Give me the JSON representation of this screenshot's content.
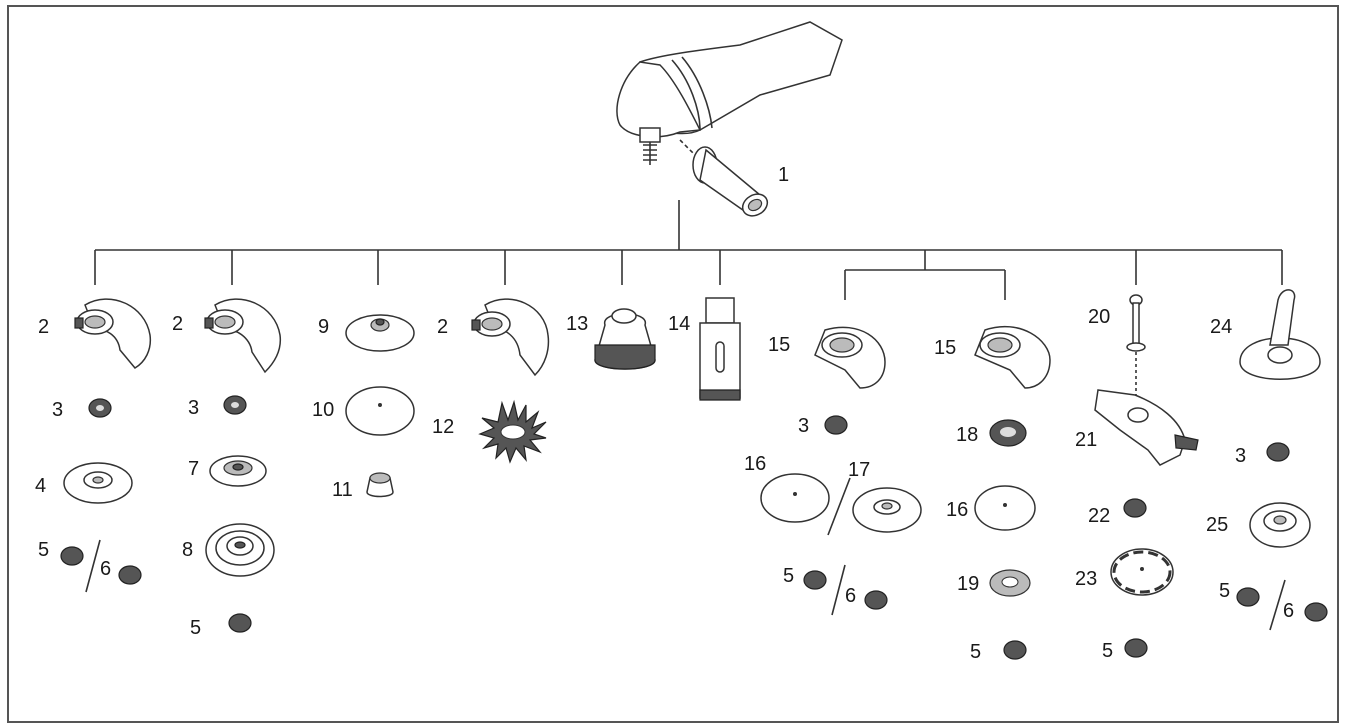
{
  "items": {
    "i1": "1",
    "i2": "2",
    "i3": "3",
    "i4": "4",
    "i5": "5",
    "i6": "6",
    "i7": "7",
    "i8": "8",
    "i9": "9",
    "i10": "10",
    "i11": "11",
    "i12": "12",
    "i13": "13",
    "i14": "14",
    "i15": "15",
    "i16": "16",
    "i17": "17",
    "i18": "18",
    "i19": "19",
    "i20": "20",
    "i21": "21",
    "i22": "22",
    "i23": "23",
    "i24": "24",
    "i25": "25"
  }
}
